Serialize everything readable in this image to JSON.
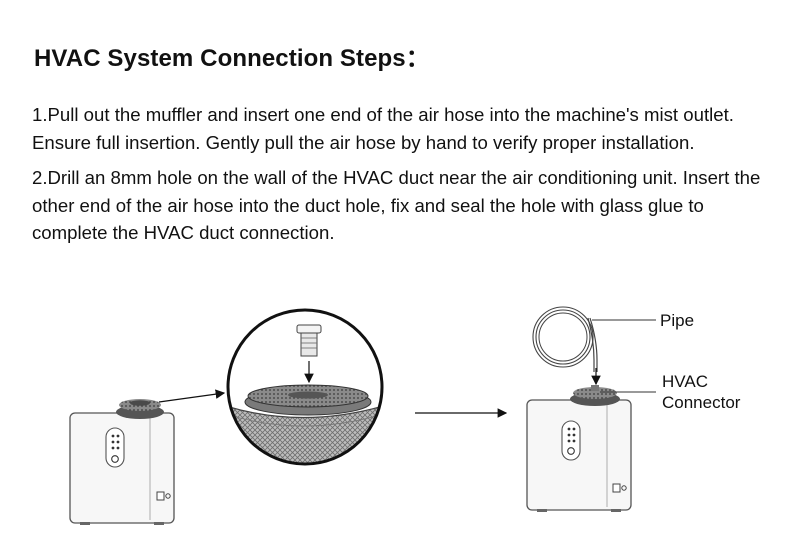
{
  "title": "HVAC System Connection Steps：",
  "steps": [
    "1.Pull out the muffler and insert one end of the air hose into the machine's mist outlet. Ensure full insertion. Gently pull the air hose by hand to verify proper installation.",
    "2.Drill an 8mm hole on the wall of the HVAC duct near the air conditioning unit. Insert the other end of the air hose into the duct hole, fix and seal the hole with glass glue to complete the HVAC duct connection."
  ],
  "diagram": {
    "pipe_label": "Pipe",
    "connector_label_line1": "HVAC",
    "connector_label_line2": "Connector"
  }
}
